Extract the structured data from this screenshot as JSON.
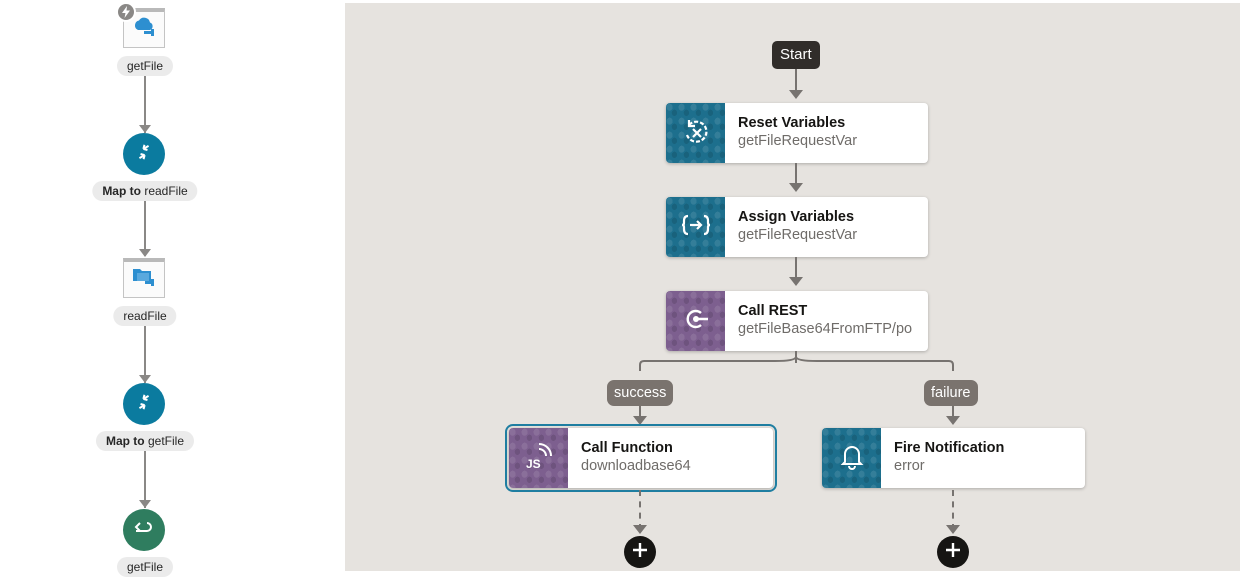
{
  "left_flow": {
    "nodes": [
      {
        "kind": "adapter",
        "label": "getFile",
        "icon": "cloud-adapter-icon",
        "badge": "trigger-bolt-icon"
      },
      {
        "kind": "map",
        "label_bold": "Map to",
        "label_rest": "readFile",
        "icon": "map-arrows-icon"
      },
      {
        "kind": "adapter",
        "label": "readFile",
        "icon": "ftp-adapter-icon"
      },
      {
        "kind": "map",
        "label_bold": "Map to",
        "label_rest": "getFile",
        "icon": "map-arrows-icon"
      },
      {
        "kind": "return",
        "label": "getFile",
        "icon": "return-arrow-icon"
      }
    ]
  },
  "canvas": {
    "start_label": "Start",
    "steps": [
      {
        "title": "Reset Variables",
        "subtitle": "getFileRequestVar",
        "icon": "reset-variables-icon",
        "tile": "blue"
      },
      {
        "title": "Assign Variables",
        "subtitle": "getFileRequestVar",
        "icon": "assign-variables-icon",
        "tile": "blue"
      },
      {
        "title": "Call REST",
        "subtitle": "getFileBase64FromFTP/po",
        "icon": "call-rest-icon",
        "tile": "purple"
      }
    ],
    "branches": {
      "success": {
        "label": "success",
        "title": "Call Function",
        "subtitle": "downloadbase64",
        "icon": "javascript-function-icon"
      },
      "failure": {
        "label": "failure",
        "title": "Fire Notification",
        "subtitle": "error",
        "icon": "bell-icon"
      }
    }
  },
  "colors": {
    "teal_node": "#0b7b9f",
    "return_node": "#2f7d5f",
    "canvas_bg": "#e6e3df",
    "blue_tile": "#1d6f8d",
    "purple_tile": "#7d5f8f",
    "selection": "#1f7ea1"
  }
}
